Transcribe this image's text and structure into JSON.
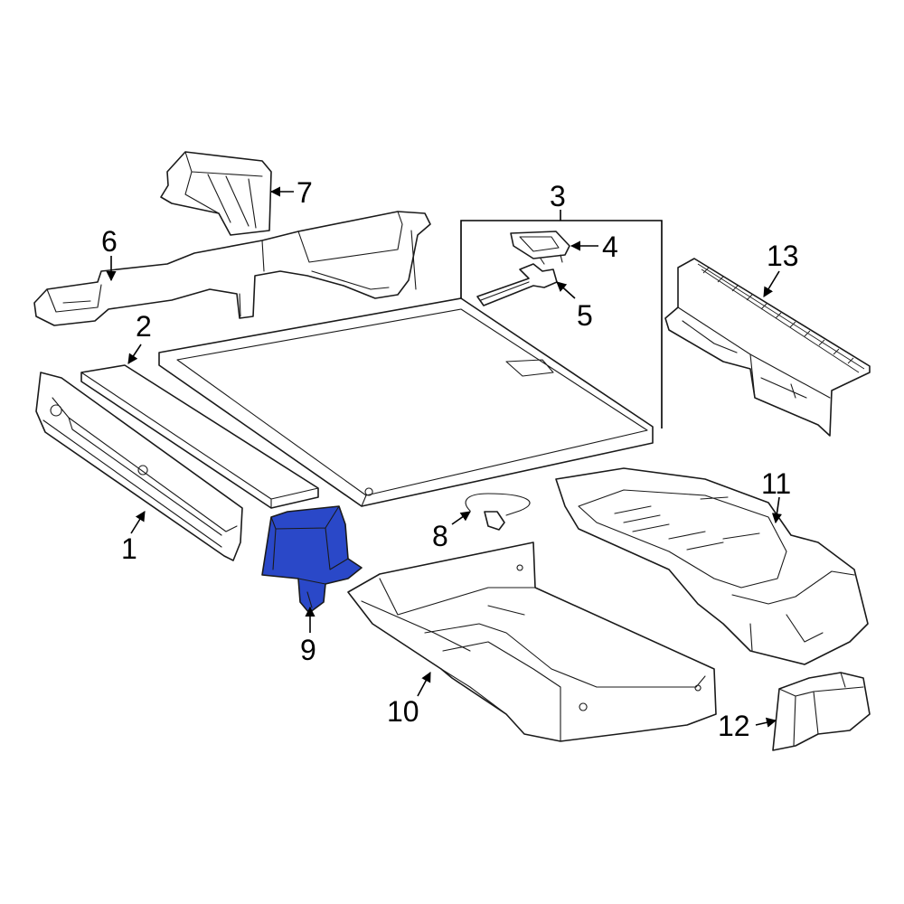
{
  "diagram": {
    "highlight_color": "#2a48c8",
    "parts": [
      {
        "id": "1",
        "label": "1"
      },
      {
        "id": "2",
        "label": "2"
      },
      {
        "id": "3",
        "label": "3"
      },
      {
        "id": "4",
        "label": "4"
      },
      {
        "id": "5",
        "label": "5"
      },
      {
        "id": "6",
        "label": "6"
      },
      {
        "id": "7",
        "label": "7"
      },
      {
        "id": "8",
        "label": "8"
      },
      {
        "id": "9",
        "label": "9",
        "highlighted": true
      },
      {
        "id": "10",
        "label": "10"
      },
      {
        "id": "11",
        "label": "11"
      },
      {
        "id": "12",
        "label": "12"
      },
      {
        "id": "13",
        "label": "13"
      }
    ]
  }
}
